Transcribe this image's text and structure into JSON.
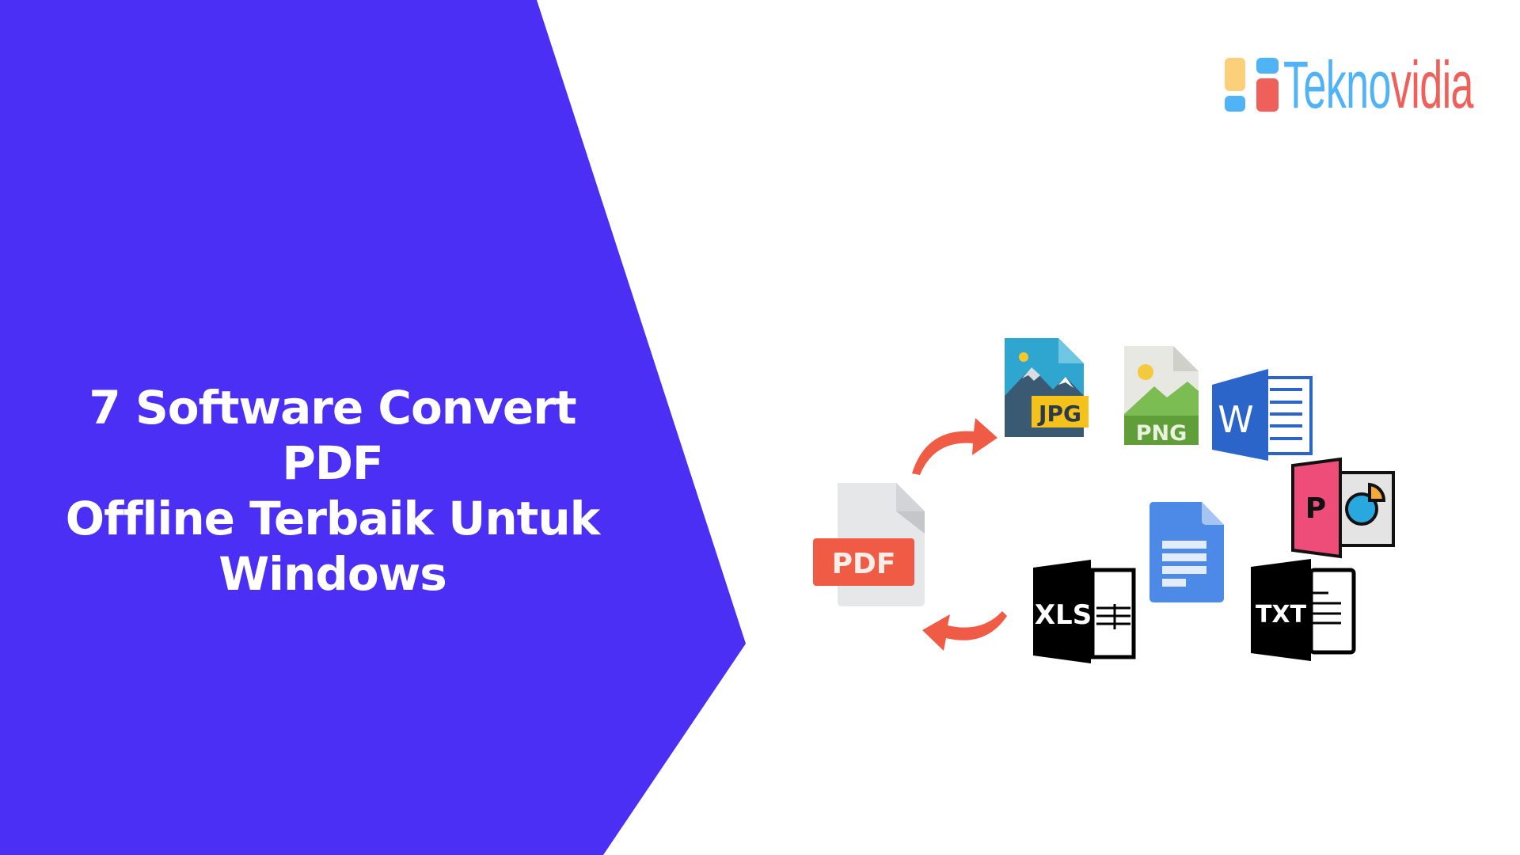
{
  "headline": {
    "lines": [
      "7 Software Convert PDF",
      "Offline Terbaik Untuk",
      "Windows"
    ]
  },
  "logo": {
    "part1": "Tekno",
    "part2": "vidia",
    "colors": {
      "blue": "#4fb3f6",
      "red": "#f0605a",
      "yellow": "#fcd07a"
    }
  },
  "colors": {
    "panel": "#4b2ff5",
    "background": "#ffffff",
    "arrow": "#ef5b45"
  },
  "file_icons": [
    {
      "name": "PDF",
      "label": "PDF"
    },
    {
      "name": "JPG",
      "label": "JPG"
    },
    {
      "name": "PNG",
      "label": "PNG"
    },
    {
      "name": "Word",
      "label": "W"
    },
    {
      "name": "PowerPoint",
      "label": "P"
    },
    {
      "name": "Google Docs",
      "label": ""
    },
    {
      "name": "XLS",
      "label": "XLS"
    },
    {
      "name": "TXT",
      "label": "TXT"
    }
  ]
}
